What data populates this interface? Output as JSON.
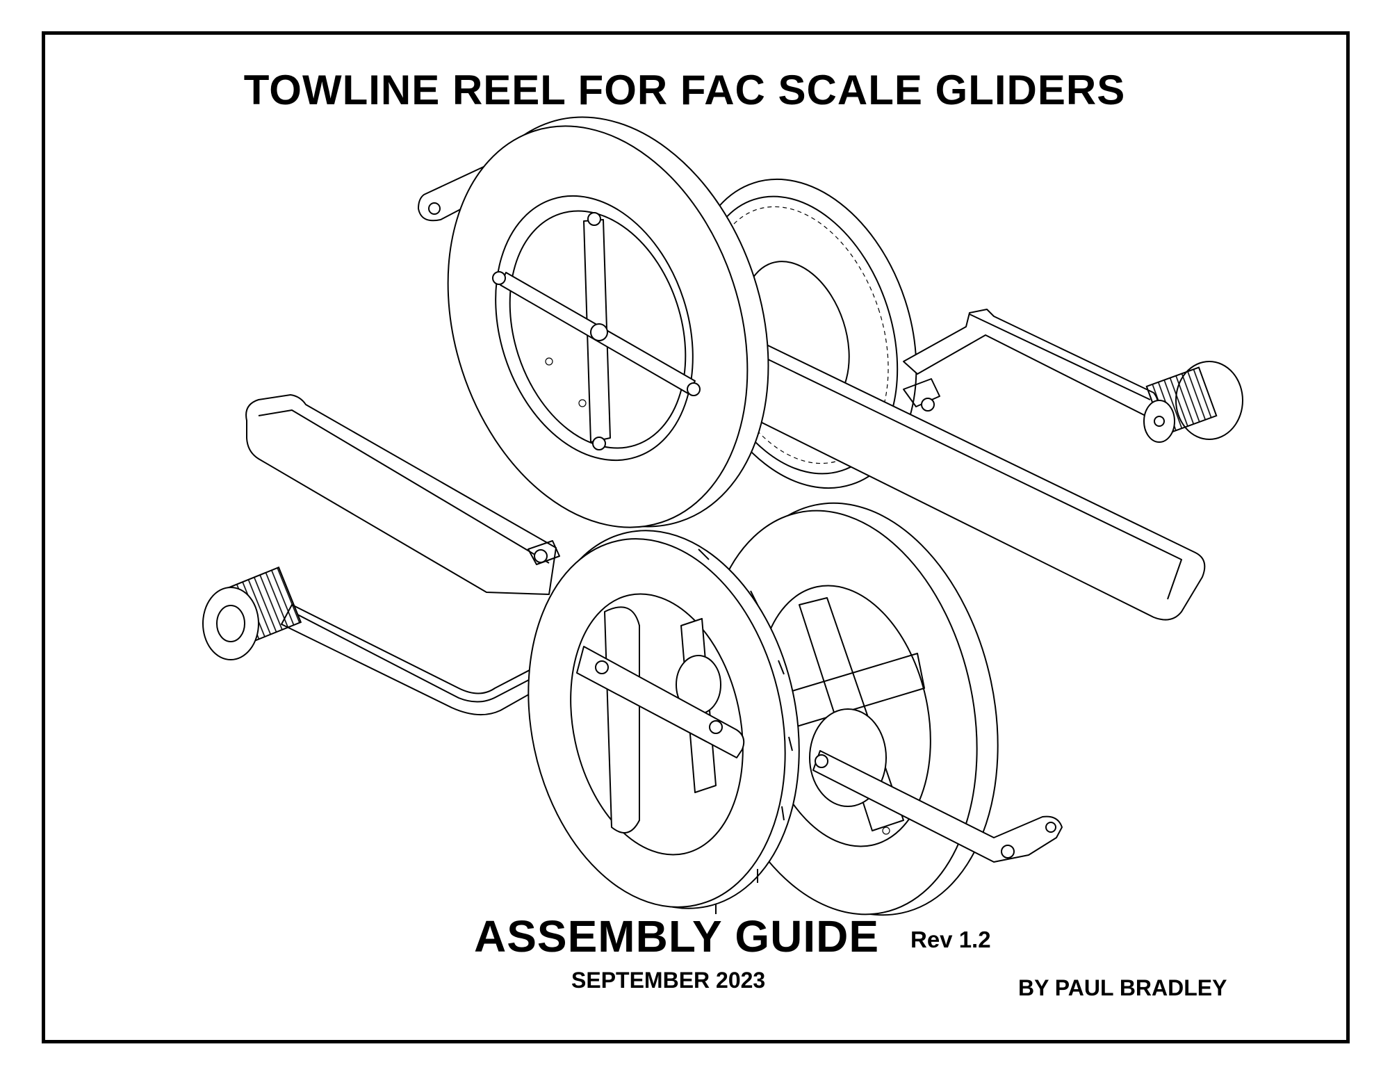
{
  "title": "TOWLINE REEL FOR FAC SCALE GLIDERS",
  "subtitle": "ASSEMBLY GUIDE",
  "revision": "Rev 1.2",
  "date": "SEPTEMBER 2023",
  "author": "BY PAUL BRADLEY"
}
